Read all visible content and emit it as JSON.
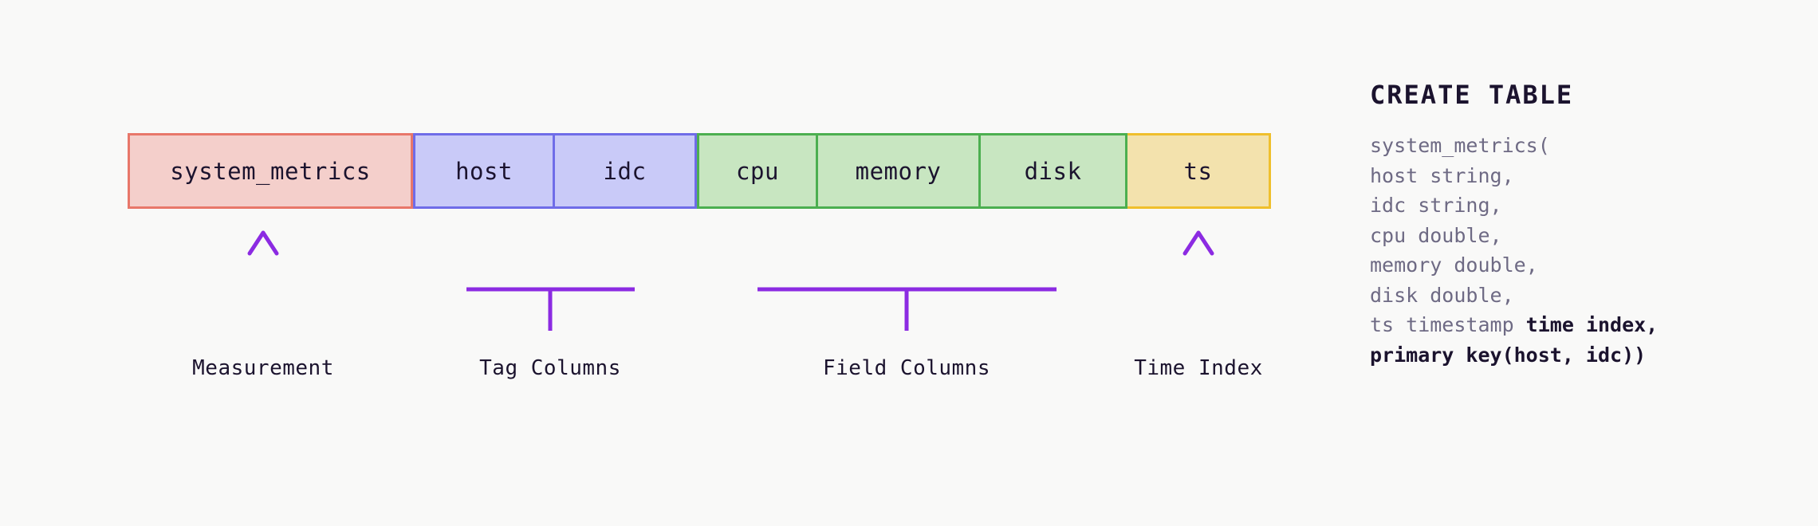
{
  "page": {
    "background_color": "#f9f9f8",
    "text_color": "#1b132e"
  },
  "diagram": {
    "type": "table-schema-anatomy",
    "columns": [
      {
        "label": "system_metrics",
        "group": "measurement",
        "fill": "#f4cfcb",
        "stroke": "#e8776a"
      },
      {
        "label": "host",
        "group": "tag",
        "fill": "#c9caf8",
        "stroke": "#6f6ce8"
      },
      {
        "label": "idc",
        "group": "tag",
        "fill": "#c9caf8",
        "stroke": "#6f6ce8"
      },
      {
        "label": "cpu",
        "group": "field",
        "fill": "#c8e6c1",
        "stroke": "#4caf50"
      },
      {
        "label": "memory",
        "group": "field",
        "fill": "#c8e6c1",
        "stroke": "#4caf50"
      },
      {
        "label": "disk",
        "group": "field",
        "fill": "#c8e6c1",
        "stroke": "#4caf50"
      },
      {
        "label": "ts",
        "group": "time-index",
        "fill": "#f3e2ad",
        "stroke": "#efbf2c"
      }
    ],
    "annotations": [
      {
        "label": "Measurement",
        "connector": "arrow",
        "covers": [
          "system_metrics"
        ]
      },
      {
        "label": "Tag Columns",
        "connector": "bracket",
        "covers": [
          "host",
          "idc"
        ]
      },
      {
        "label": "Field Columns",
        "connector": "bracket",
        "covers": [
          "cpu",
          "memory",
          "disk"
        ]
      },
      {
        "label": "Time Index",
        "connector": "arrow",
        "covers": [
          "ts"
        ]
      }
    ],
    "connector_color": "#8c2be2",
    "connector_color_fade": "#e3c6fb"
  },
  "sql": {
    "heading": "CREATE TABLE",
    "lines": [
      [
        {
          "text": "system_metrics(",
          "bold": false
        }
      ],
      [
        {
          "text": "host string,",
          "bold": false
        }
      ],
      [
        {
          "text": "idc string,",
          "bold": false
        }
      ],
      [
        {
          "text": "cpu double,",
          "bold": false
        }
      ],
      [
        {
          "text": "memory double,",
          "bold": false
        }
      ],
      [
        {
          "text": "disk double,",
          "bold": false
        }
      ],
      [
        {
          "text": "ts timestamp ",
          "bold": false
        },
        {
          "text": "time index,",
          "bold": true
        }
      ],
      [
        {
          "text": "primary key(host, idc))",
          "bold": true
        }
      ]
    ]
  }
}
